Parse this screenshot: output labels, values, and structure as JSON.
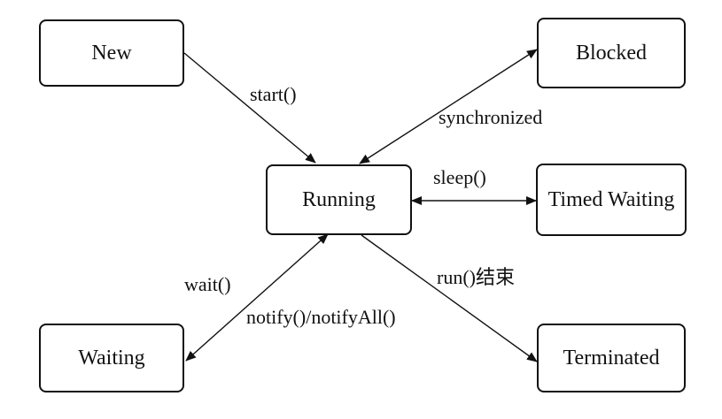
{
  "states": {
    "new": "New",
    "blocked": "Blocked",
    "running": "Running",
    "timed_waiting": "Timed Waiting",
    "waiting": "Waiting",
    "terminated": "Terminated"
  },
  "transitions": {
    "start": "start()",
    "synchronized": "synchronized",
    "sleep": "sleep()",
    "wait": "wait()",
    "notify": "notify()/notifyAll()",
    "run_end": "run()结束"
  }
}
